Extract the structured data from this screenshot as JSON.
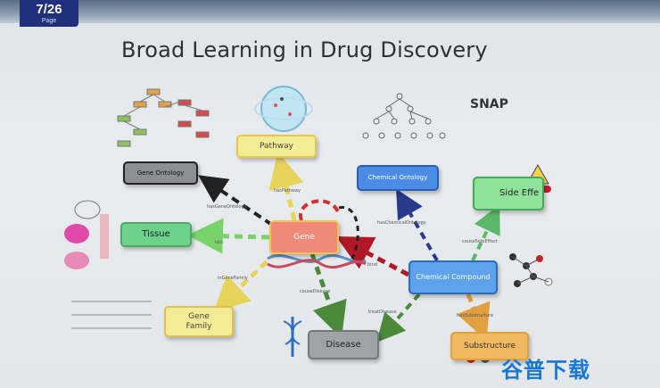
{
  "page_indicator": {
    "number": "7/26",
    "label": "Page"
  },
  "title": "Broad Learning in Drug Discovery",
  "snap_label": "SNAP",
  "nodes": {
    "gene": "Gene",
    "gene_ontology": "Gene Ontology",
    "pathway": "Pathway",
    "tissue": "Tissue",
    "gene_family": "Gene\nFamily",
    "disease": "Disease",
    "chemical_ontology": "Chemical Ontology",
    "side_effect": "Side Effe",
    "chemical_compound": "Chemical Compound",
    "substructure": "Substructure"
  },
  "edges": {
    "has_gene_ontology": "hasGeneOntology",
    "has_pathway": "hasPathway",
    "has_tissue": "isIn",
    "in_gene_family": "inGeneFamily",
    "cause_disease_gene": "causeDisease",
    "has_chemical_ontology": "hasChemicalOntology",
    "cause_side_effect": "causeSideEffect",
    "bind": "bind",
    "treat_disease": "treatDisease",
    "has_substructure": "hasSubstructure"
  },
  "watermark": "谷普下载",
  "colors": {
    "gene_arrow": "#7a1a1a",
    "pathway_arrow": "#e5d35a",
    "tissue_arrow": "#7ad26a",
    "genefam_arrow": "#e5d35a",
    "disease_arrow": "#4a8a3a",
    "chemont_arrow": "#2a3a8a",
    "sideeff_arrow": "#5ab86a",
    "bind_arrow": "#b01828",
    "substr_arrow": "#e0a040"
  }
}
